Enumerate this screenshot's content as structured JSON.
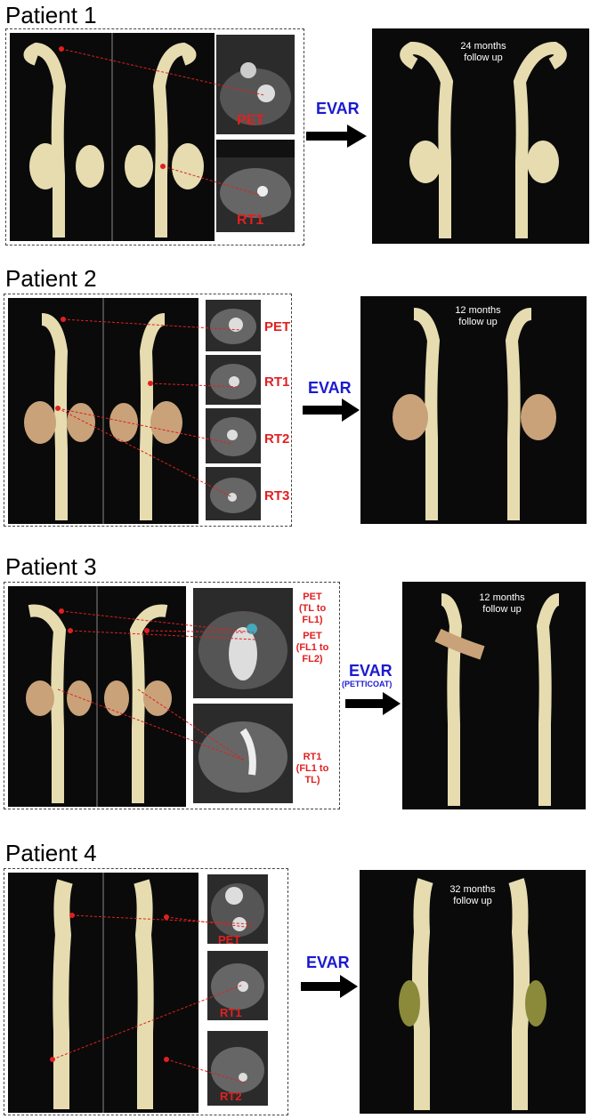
{
  "p1": {
    "title": "Patient 1",
    "labels": [
      "PET",
      "RT1"
    ],
    "procedure": "EVAR",
    "followup": [
      "24 months",
      "follow up"
    ]
  },
  "p2": {
    "title": "Patient 2",
    "labels": [
      "PET",
      "RT1",
      "RT2",
      "RT3"
    ],
    "procedure": "EVAR",
    "followup": [
      "12 months",
      "follow up"
    ]
  },
  "p3": {
    "title": "Patient 3",
    "labels": [
      [
        "PET",
        "(TL to FL1)"
      ],
      [
        "PET",
        "(FL1 to FL2)"
      ],
      [
        "RT1",
        "(FL1 to TL)"
      ]
    ],
    "procedure": "EVAR",
    "procedure_sub": "(PETTICOAT)",
    "followup": [
      "12 months",
      "follow up"
    ]
  },
  "p4": {
    "title": "Patient 4",
    "labels": [
      "PET",
      "RT1",
      "RT2"
    ],
    "procedure": "EVAR",
    "followup": [
      "32 months",
      "follow up"
    ]
  },
  "colors": {
    "evar": "#1a1ad0",
    "labels": "#e02020",
    "aorta": "#e6dcb0",
    "kidney": "#c9a27a"
  }
}
